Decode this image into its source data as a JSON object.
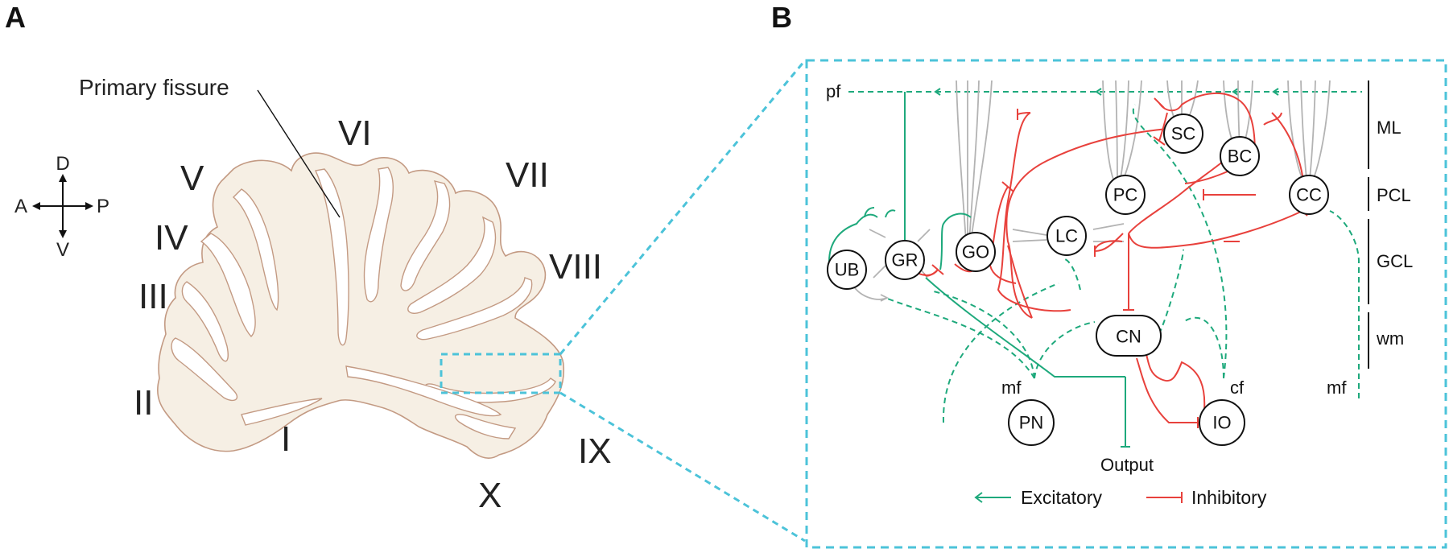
{
  "panels": {
    "a": "A",
    "b": "B"
  },
  "panel_a": {
    "lobules": {
      "I": "I",
      "II": "II",
      "III": "III",
      "IV": "IV",
      "V": "V",
      "VI": "VI",
      "VII": "VII",
      "VIII": "VIII",
      "IX": "IX",
      "X": "X"
    },
    "fissure_label": "Primary fissure",
    "compass": {
      "d": "D",
      "v": "V",
      "a": "A",
      "p": "P"
    },
    "colors": {
      "tissue": "#f6efe4",
      "outline": "#c39a83",
      "inset_frame": "#4cc3d9"
    }
  },
  "panel_b": {
    "cells": {
      "sc": "SC",
      "bc": "BC",
      "pc": "PC",
      "cc": "CC",
      "lc": "LC",
      "go": "GO",
      "gr": "GR",
      "ub": "UB",
      "cn": "CN",
      "pn": "PN",
      "io": "IO"
    },
    "fibers": {
      "pf": "pf",
      "mf_left": "mf",
      "mf_right": "mf",
      "cf": "cf",
      "output": "Output"
    },
    "layers": {
      "ml": "ML",
      "pcl": "PCL",
      "gcl": "GCL",
      "wm": "wm"
    },
    "legend": {
      "excitatory": "Excitatory",
      "inhibitory": "Inhibitory"
    },
    "colors": {
      "excitatory": "#1ea97c",
      "inhibitory": "#e8413c",
      "dendrite": "#b3b3b3",
      "frame": "#4cc3d9"
    }
  }
}
